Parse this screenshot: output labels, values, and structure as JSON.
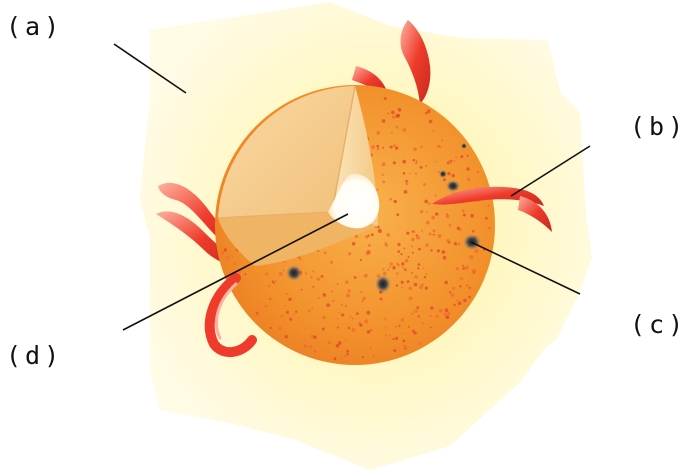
{
  "labels": {
    "a": "(a)",
    "b": "(b)",
    "c": "(c)",
    "d": "(d)"
  },
  "icons": [
    "sun-cutaway-illustration",
    "sunspot-icon",
    "solar-prominence-icon"
  ],
  "colors": {
    "corona": "#fff6b8",
    "photosphere": "#f39a2c",
    "prominence": "#ee3b2b",
    "interior": "#f5c77a",
    "core": "#ffffff",
    "sunspot": "#333333",
    "leader_line": "#111111"
  }
}
